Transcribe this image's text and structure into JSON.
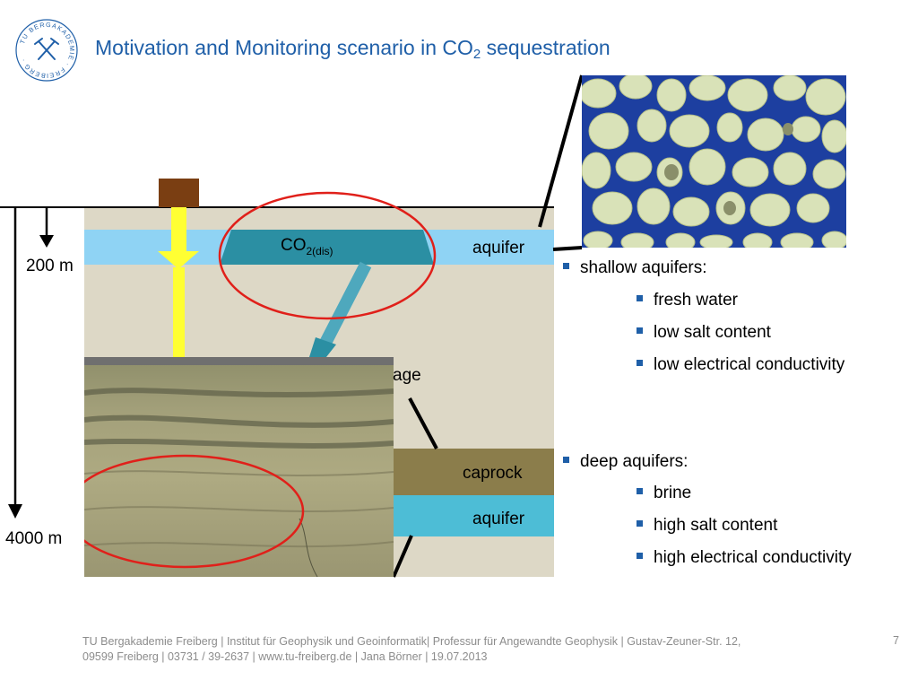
{
  "header": {
    "title_main": "Motivation and Monitoring scenario in CO",
    "title_sub": "2",
    "title_rest": " sequestration",
    "logo_text": "TU BERGAKADEMIE · FREIBERG ·"
  },
  "diagram": {
    "depth_shallow": "200 m",
    "depth_deep": "4000 m",
    "aquifer_top_label": "aquifer",
    "co2_label": "CO",
    "co2_sub": "2(dis)",
    "leakage_fragment": "age",
    "caprock_label": "caprock",
    "aquifer_bottom_label": "aquifer"
  },
  "bullets": {
    "shallow_title": "shallow aquifers:",
    "shallow_items": [
      "fresh water",
      "low salt content",
      "low electrical conductivity"
    ],
    "deep_title": "deep aquifers:",
    "deep_items": [
      "brine",
      "high salt content",
      "high electrical conductivity"
    ]
  },
  "footer": {
    "line1": "TU Bergakademie Freiberg | Institut für Geophysik und Geoinformatik| Professur für Angewandte Geophysik | Gustav-Zeuner-Str. 12,",
    "line2": "09599 Freiberg | 03731 / 39-2637 | www.tu-freiberg.de | Jana Börner | 19.07.2013",
    "page_number": "7"
  },
  "colors": {
    "title_blue": "#1f5fa8",
    "aquifer_blue": "#8fd3f4",
    "aquifer_deep": "#4dbdd6",
    "co2_teal": "#2b8fa3",
    "caprock": "#8b7d4b",
    "ground": "#ddd8c6",
    "ellipse_red": "#e0201a",
    "well_yellow": "#ffff33"
  }
}
